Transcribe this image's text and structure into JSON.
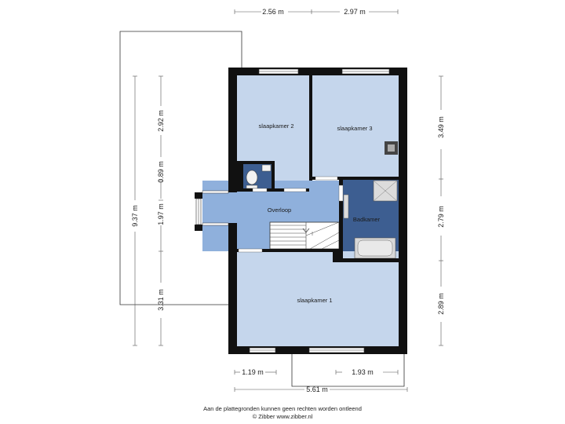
{
  "rooms": {
    "slaapkamer2": "slaapkamer 2",
    "slaapkamer3": "slaapkamer 3",
    "overloop": "Overloop",
    "badkamer": "Badkamer",
    "slaapkamer1": "slaapkamer 1"
  },
  "dimensions": {
    "top_left": "2.56 m",
    "top_right": "2.97 m",
    "left_total": "9.37 m",
    "left_a": "2.92 m",
    "left_b": "0.89 m",
    "left_c": "1.97 m",
    "left_d": "3.31 m",
    "right_a": "3.49 m",
    "right_b": "2.79 m",
    "right_c": "2.89 m",
    "bottom_left": "1.19 m",
    "bottom_right": "1.93 m",
    "bottom_total": "5.61 m"
  },
  "footer": {
    "line1": "Aan de plattegronden kunnen geen rechten worden ontleend",
    "line2": "© Zibber www.zibber.nl"
  },
  "colors": {
    "room_fill": "#c5d6ec",
    "hall_fill": "#8fb0dc",
    "bath_fill": "#3d5e91",
    "wall": "#111111"
  }
}
